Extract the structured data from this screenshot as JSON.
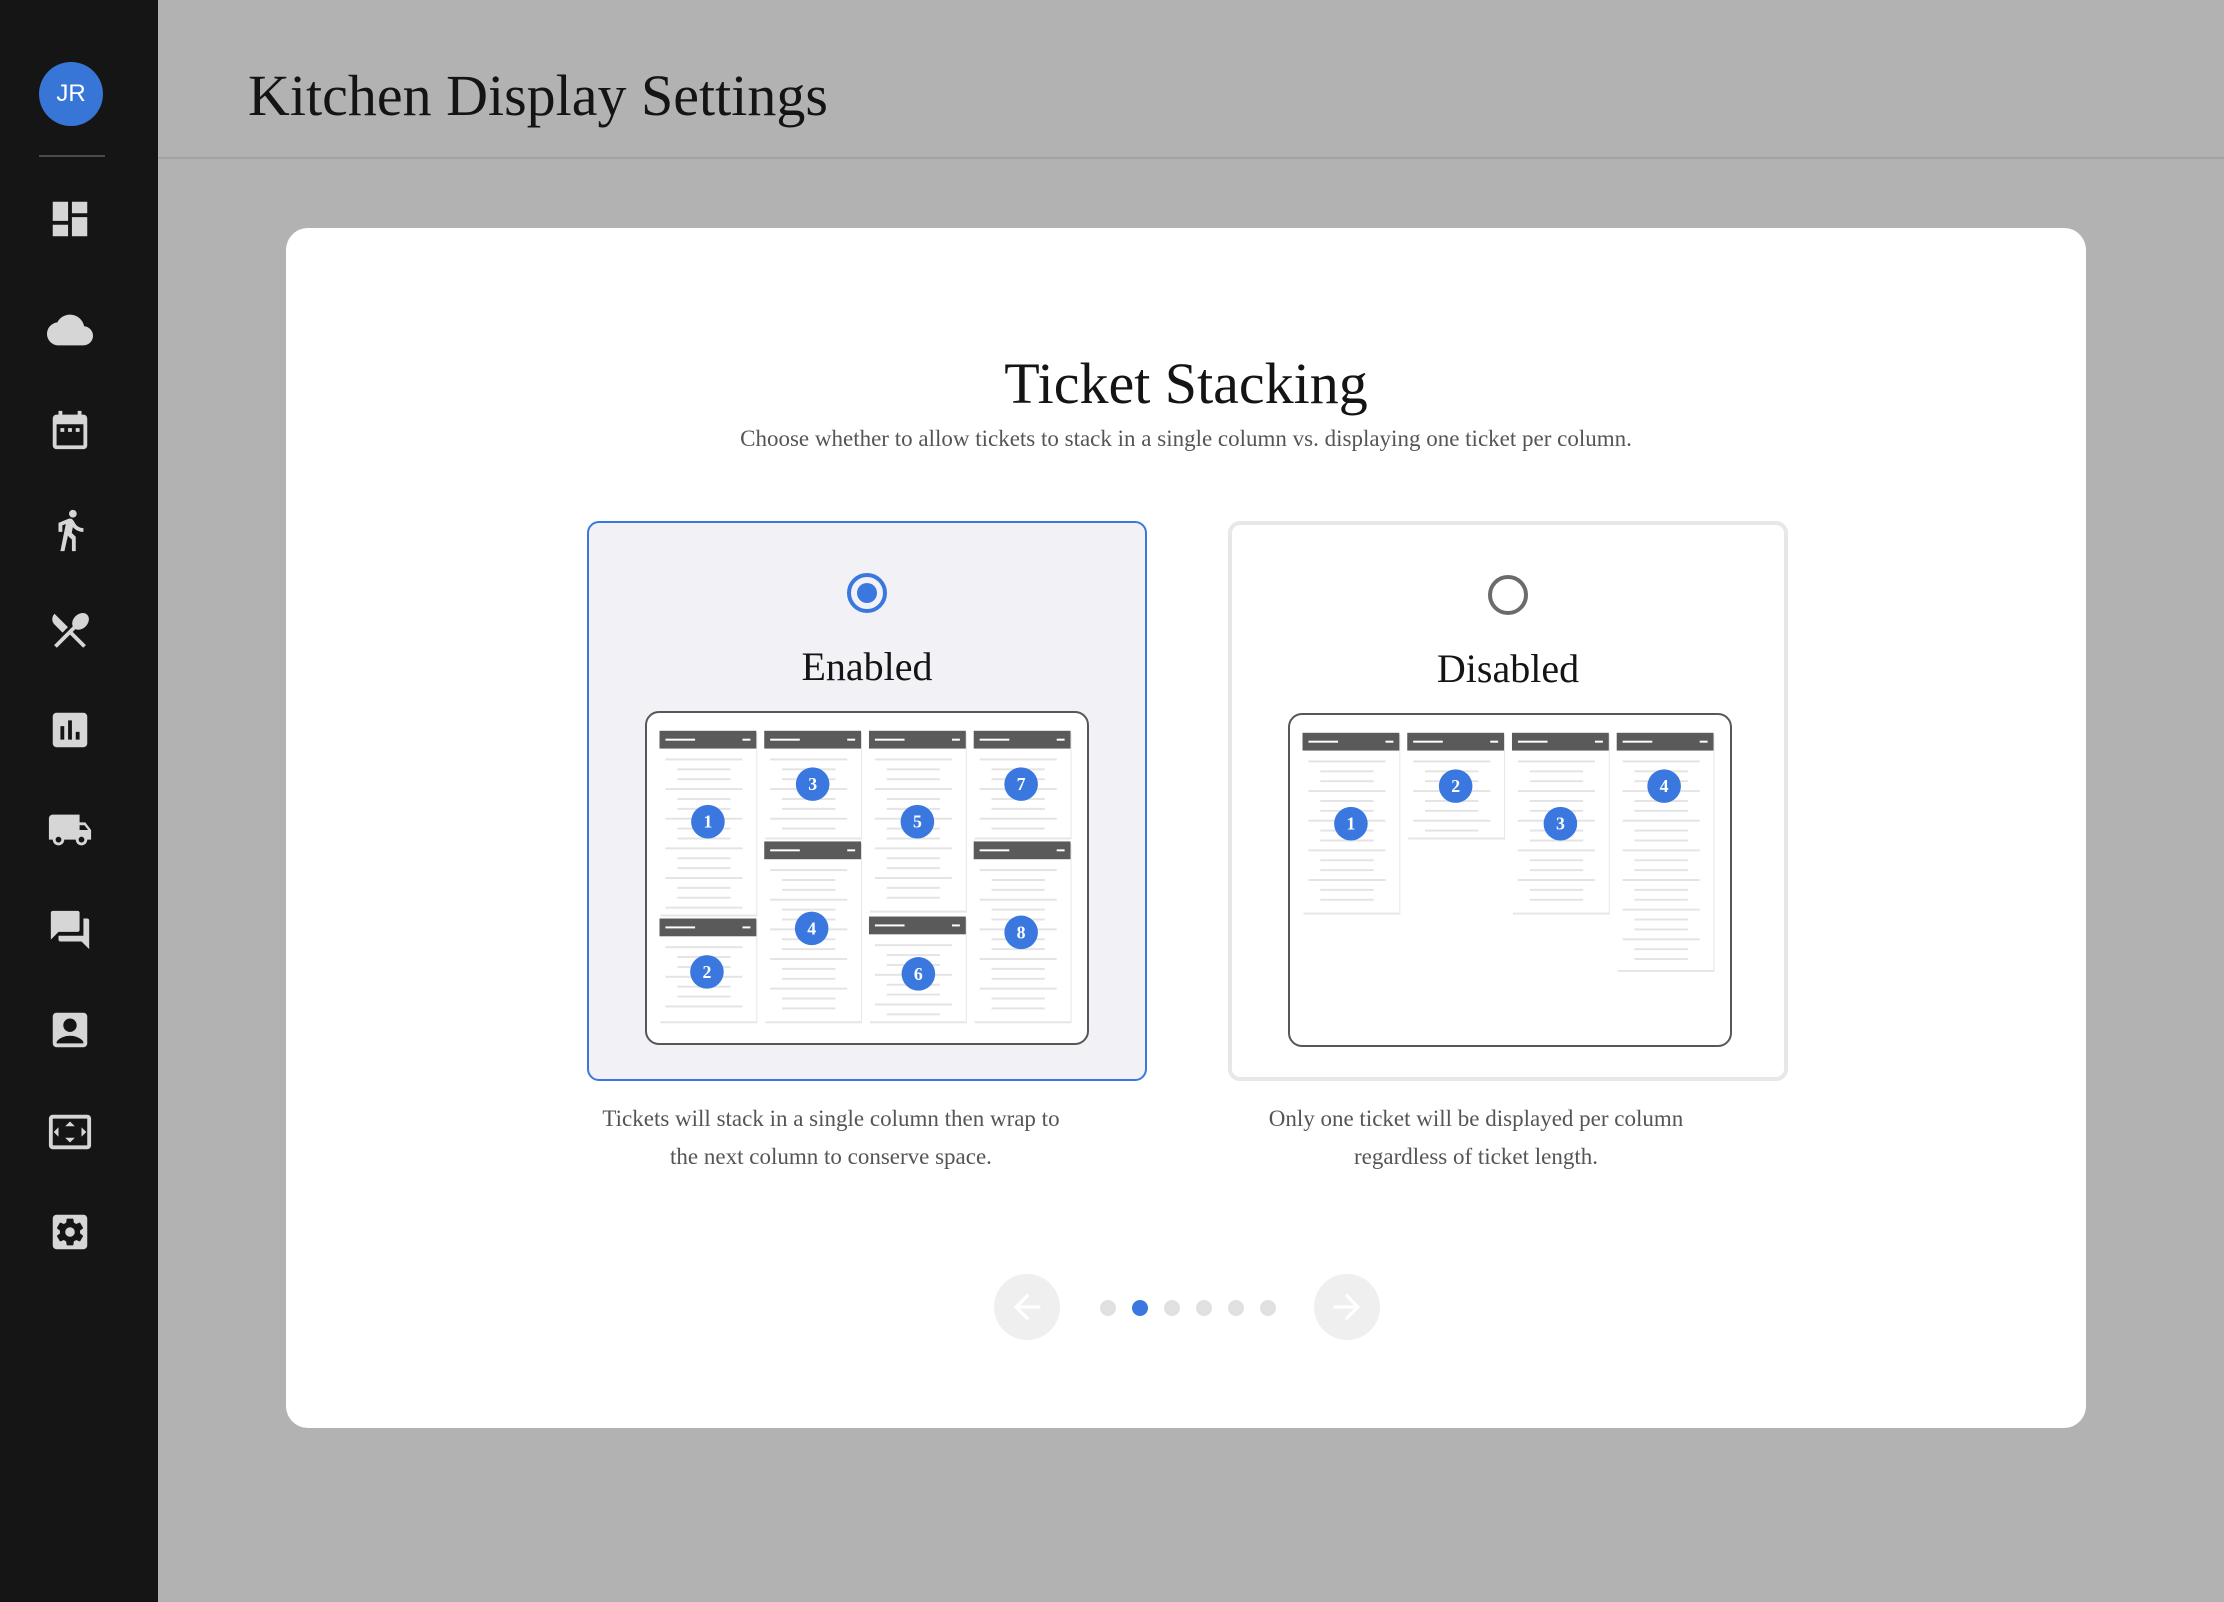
{
  "sidebar": {
    "avatar_initials": "JR",
    "items": [
      {
        "icon": "dashboard-icon"
      },
      {
        "icon": "cloud-icon"
      },
      {
        "icon": "calendar-icon"
      },
      {
        "icon": "walking-person-icon"
      },
      {
        "icon": "utensils-icon"
      },
      {
        "icon": "bar-chart-icon"
      },
      {
        "icon": "delivery-truck-icon"
      },
      {
        "icon": "chat-icon"
      },
      {
        "icon": "contact-card-icon"
      },
      {
        "icon": "screen-expand-icon"
      },
      {
        "icon": "settings-gear-icon"
      }
    ]
  },
  "header": {
    "title": "Kitchen Display Settings"
  },
  "card": {
    "title": "Ticket Stacking",
    "subtitle": "Choose whether to allow tickets to stack in a single column vs. displaying one ticket per column.",
    "options": [
      {
        "label": "Enabled",
        "selected": true,
        "description_line1": "Tickets will stack in a single column then wrap to",
        "description_line2": "the next column to conserve space.",
        "ticket_numbers": [
          "1",
          "2",
          "3",
          "4",
          "5",
          "6",
          "7",
          "8"
        ]
      },
      {
        "label": "Disabled",
        "selected": false,
        "description_line1": "Only one ticket will be displayed per column",
        "description_line2": "regardless of ticket length.",
        "ticket_numbers": [
          "1",
          "2",
          "3",
          "4"
        ]
      }
    ]
  },
  "pager": {
    "total_steps": 6,
    "current_step": 2
  },
  "colors": {
    "accent": "#3a78e0",
    "sidebar_bg": "#151515",
    "page_bg": "#b2b2b2",
    "ticket_header": "#5a5a5a"
  }
}
